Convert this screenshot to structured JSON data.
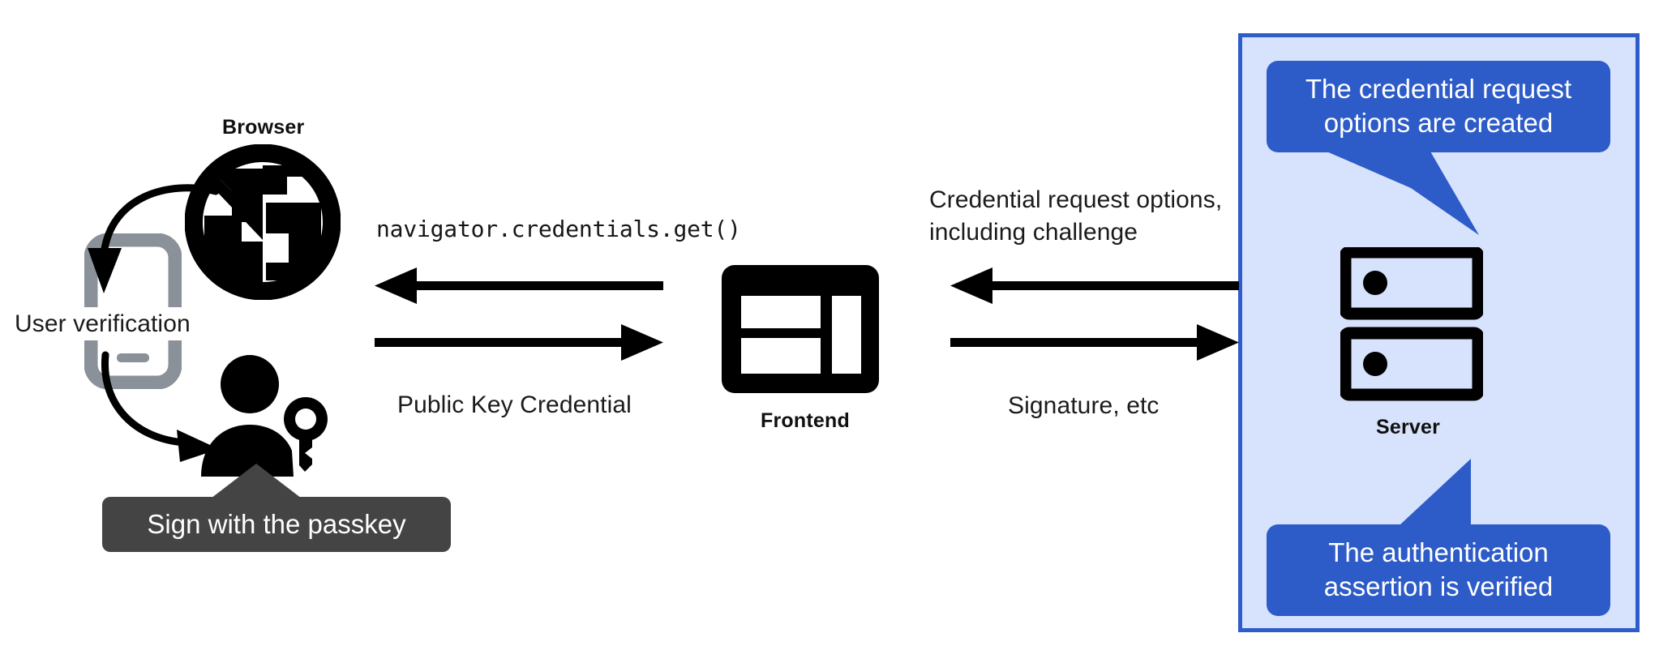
{
  "diagram": {
    "title_context": "WebAuthn passkey authentication flow",
    "background_color": "#ffffff"
  },
  "colors": {
    "panel_fill": "#d7e3fc",
    "panel_border": "#2f5ccb",
    "callout_fill": "#2d5bc8",
    "callout_text": "#ffffff",
    "tooltip_fill": "#444444",
    "tooltip_text": "#ffffff",
    "icon_black": "#000000",
    "phone_gray": "#8a9199",
    "text_color": "#1b1b1b"
  },
  "client": {
    "browser_label": "Browser",
    "browser_icon": "globe-icon",
    "phone_icon": "smartphone-icon",
    "user_key_icon": "person-with-key-icon",
    "user_verification_label": "User verification",
    "passkey_tooltip": "Sign with the passkey",
    "arrow_to_phone": "curved-arrow-down-left",
    "arrow_to_user": "curved-arrow-down-right"
  },
  "frontend": {
    "label": "Frontend",
    "icon": "web-layout-icon"
  },
  "server": {
    "label": "Server",
    "icon": "server-racks-icon",
    "callout_top": "The credential request\noptions are created",
    "callout_top_line1": "The credential request",
    "callout_top_line2": "options are created",
    "callout_bottom_line1": "The authentication",
    "callout_bottom_line2": "assertion is verified"
  },
  "flows": {
    "browser_to_frontend_label": "navigator.credentials.get()",
    "frontend_to_browser_label": "Public Key Credential",
    "server_to_frontend_line1": "Credential request options,",
    "server_to_frontend_line2": "including challenge",
    "frontend_to_server_label": "Signature, etc"
  },
  "arrows": {
    "left_upper": {
      "direction": "left",
      "name": "arrow-frontend-to-browser"
    },
    "left_lower": {
      "direction": "right",
      "name": "arrow-browser-to-frontend"
    },
    "right_upper": {
      "direction": "left",
      "name": "arrow-server-to-frontend"
    },
    "right_lower": {
      "direction": "right",
      "name": "arrow-frontend-to-server"
    }
  }
}
